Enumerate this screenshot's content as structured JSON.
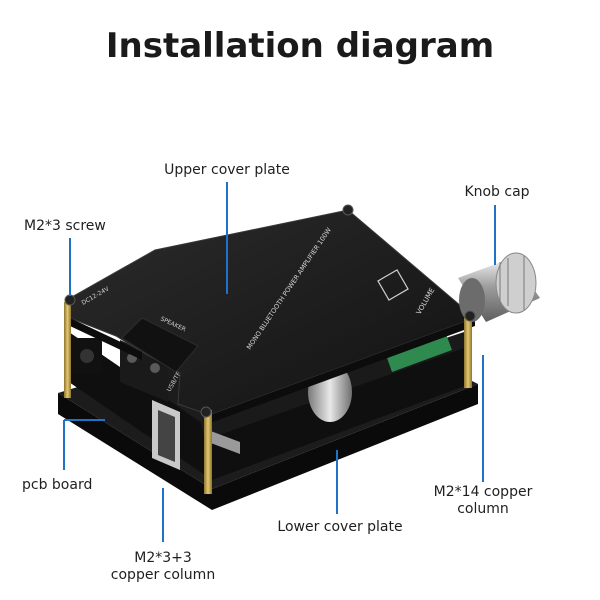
{
  "title": "Installation diagram",
  "labels": {
    "upper_cover_plate": "Upper cover plate",
    "knob_cap": "Knob cap",
    "m2_3_screw": "M2*3 screw",
    "pcb_board": "pcb board",
    "m2_14_line1": "M2*14 copper",
    "m2_14_line2": "column",
    "lower_cover_plate": "Lower cover plate",
    "m2_3_3_line1": "M2*3+3",
    "m2_3_3_line2": "copper column"
  },
  "board_text": {
    "model": "MONO BLUETOOTH POWER AMPLIFIER 100W",
    "volume": "VOLUME",
    "speaker": "SPEAKER",
    "power": "DC12-24V",
    "usb": "USB/TF"
  },
  "colors": {
    "leader_line": "#1e73c8",
    "board_top": "#1b1b1b",
    "pcb": "#0d0d0d",
    "brass": "#c9a94a"
  }
}
